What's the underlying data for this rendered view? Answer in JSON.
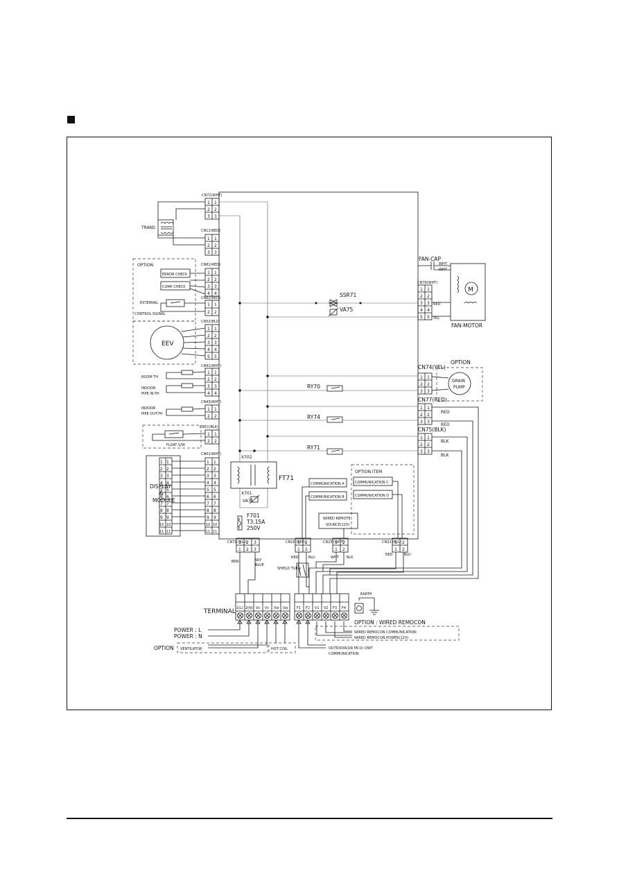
{
  "connectors": {
    "cn72": "CN72(WHT)",
    "cn11": "CN11(RED)",
    "cn81": "CN81(RED)",
    "cn82": "CN82(RED)",
    "cn52": "CN52(BLU)",
    "cn41": "CN41(WHT)",
    "cn43": "CN43(WHT)",
    "cn51": "CN51(BLK)",
    "cn61": "CN61(WHT)",
    "cn78": "CN78(WHT)",
    "cn74": "CN74(YEL)",
    "cn77": "CN77(RED)",
    "cn75": "CN75(BLK)",
    "cn71": "CN71\n(BLU)",
    "cn15": "CN15\n(RED)",
    "cn23": "CN23\n(WHT)",
    "cn22": "CN22\n(BLU)"
  },
  "pins": {
    "one": "1",
    "two": "2",
    "three": "3",
    "four": "4",
    "five": "5",
    "six": "6",
    "seven": "7",
    "eight": "8",
    "nine": "9",
    "ten": "10",
    "eleven": "11"
  },
  "left": {
    "trans": "TRANS",
    "option": "OPTION",
    "error_check": "ERROR CHECK",
    "comp_check": "COMP CHECK",
    "external": "EXTERNAL",
    "control_signal": "CONTROL SIGNAL",
    "eev": "EEV",
    "room_th": "ROOM TH",
    "indoor_pipe_in_1": "INDOOR",
    "indoor_pipe_in_2": "PIPE IN-TH",
    "indoor_pipe_out_1": "INDOOR",
    "indoor_pipe_out_2": "PIPE OUT-TH",
    "float_sw": "FLOAT S/W",
    "display_1": "DISPLAY",
    "display_2": "&",
    "display_3": "MODULE"
  },
  "center": {
    "ssr71": "SSR71",
    "va75": "VA75",
    "ry70": "RY70",
    "ry74": "RY74",
    "ry71": "RY71",
    "x702": "X702",
    "ft71": "FT71",
    "x701": "X701",
    "va71": "VA71",
    "f701": "F701",
    "f701_rating": "T3.15A",
    "f701_volt": "250V",
    "comm_a": "COMMUNICATION A",
    "comm_b": "COMMUNICATION B",
    "option_item": "OPTION ITEM",
    "comm_c": "COMMUNICATION C",
    "comm_d": "COMMUNICATION D",
    "wired_remote_1": "WIRED REMOTE",
    "wired_remote_2": "SOURCE(12V)"
  },
  "right": {
    "fan_cap": "FAN-CAP",
    "fan_motor": "FAN-MOTOR",
    "motor_symbol": "M",
    "option": "OPTION",
    "drain_pump_1": "DRAIN",
    "drain_pump_2": "PUMP",
    "red": "RED",
    "yel": "YEL",
    "blk": "BLK",
    "wht": "WHT"
  },
  "wires": {
    "brn": "BRN",
    "sky_blue_1": "SKY",
    "sky_blue_2": "BLUE",
    "red": "RED",
    "blu": "BLU",
    "wht": "WHT",
    "blk": "BLK",
    "shielded": "SHIELD TURN"
  },
  "terminal": {
    "label": "TERMINAL",
    "block1": [
      "1(L)",
      "2(N)",
      "Vc",
      "Vc",
      "Vw",
      "Vw"
    ],
    "block2": [
      "F1",
      "F2",
      "V1",
      "V2",
      "F3",
      "F4"
    ],
    "earth": "EARTH",
    "power_l": "POWER : L",
    "power_n": "POWER : N",
    "option": "OPTION",
    "ventilator": "VENTILATOR",
    "hot_coil": "HOT COIL",
    "outdoor_1": "OUTDOOR(OR MCU) UNIT",
    "outdoor_2": "COMMUNICATION",
    "option_wired": "OPTION : WIRED REMOCON",
    "wired_comm": "WIRED REMOCON COMMUNICATION",
    "wired_power": "WIRED REMOCON POWER(12V)"
  }
}
